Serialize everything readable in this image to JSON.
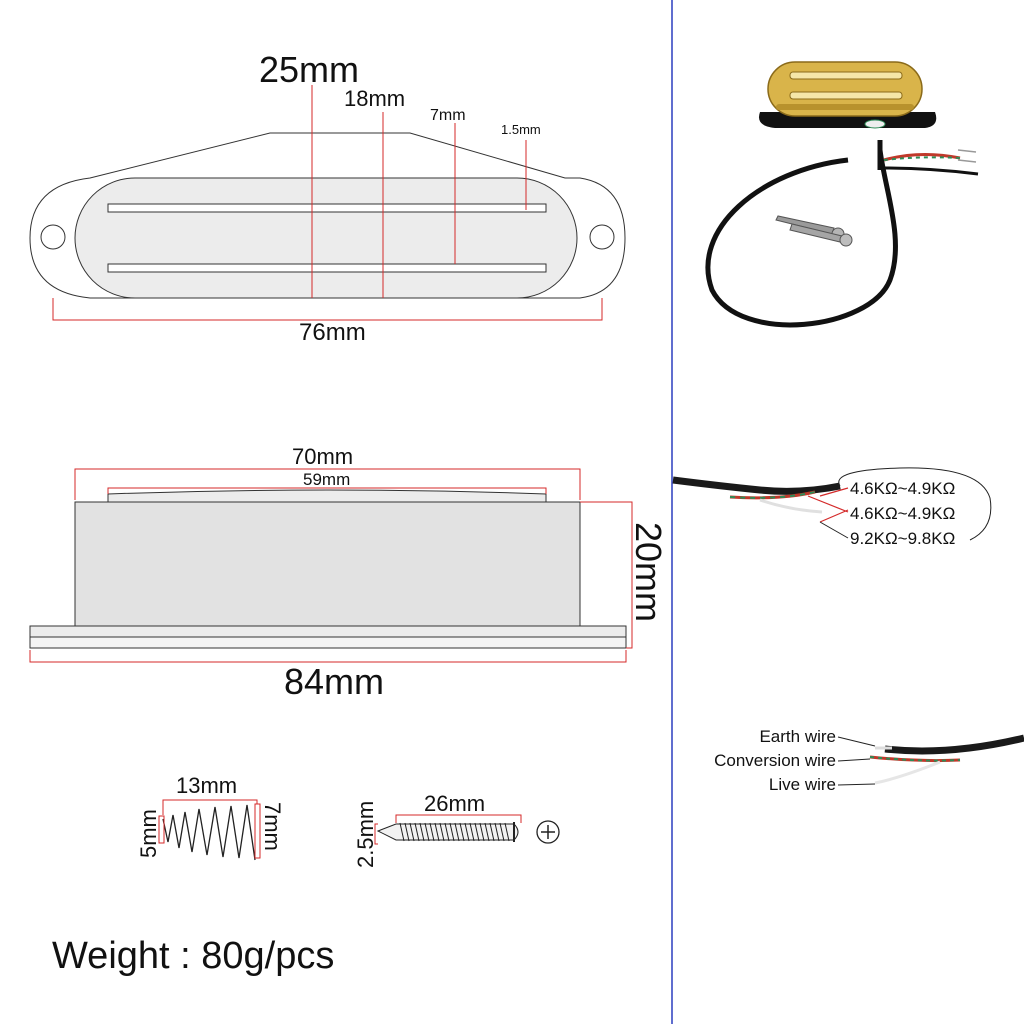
{
  "top_view": {
    "width_outer": "76mm",
    "dim_25": "25mm",
    "dim_18": "18mm",
    "dim_7": "7mm",
    "dim_15": "1.5mm"
  },
  "side_view": {
    "dim_70": "70mm",
    "dim_59": "59mm",
    "dim_84": "84mm",
    "dim_20": "20mm"
  },
  "spring": {
    "length": "13mm",
    "small_d": "5mm",
    "large_d": "7mm"
  },
  "screw": {
    "length": "26mm",
    "diameter": "2.5mm"
  },
  "weight": "Weight : 80g/pcs",
  "resistance": {
    "r1": "4.6KΩ~4.9KΩ",
    "r2": "4.6KΩ~4.9KΩ",
    "r3": "9.2KΩ~9.8KΩ"
  },
  "wires": {
    "earth": "Earth wire",
    "conversion": "Conversion wire",
    "live": "Live wire"
  },
  "colors": {
    "dimension": "#d42a2a",
    "divider": "#2b3fbf",
    "gold": "#d9b44a"
  }
}
